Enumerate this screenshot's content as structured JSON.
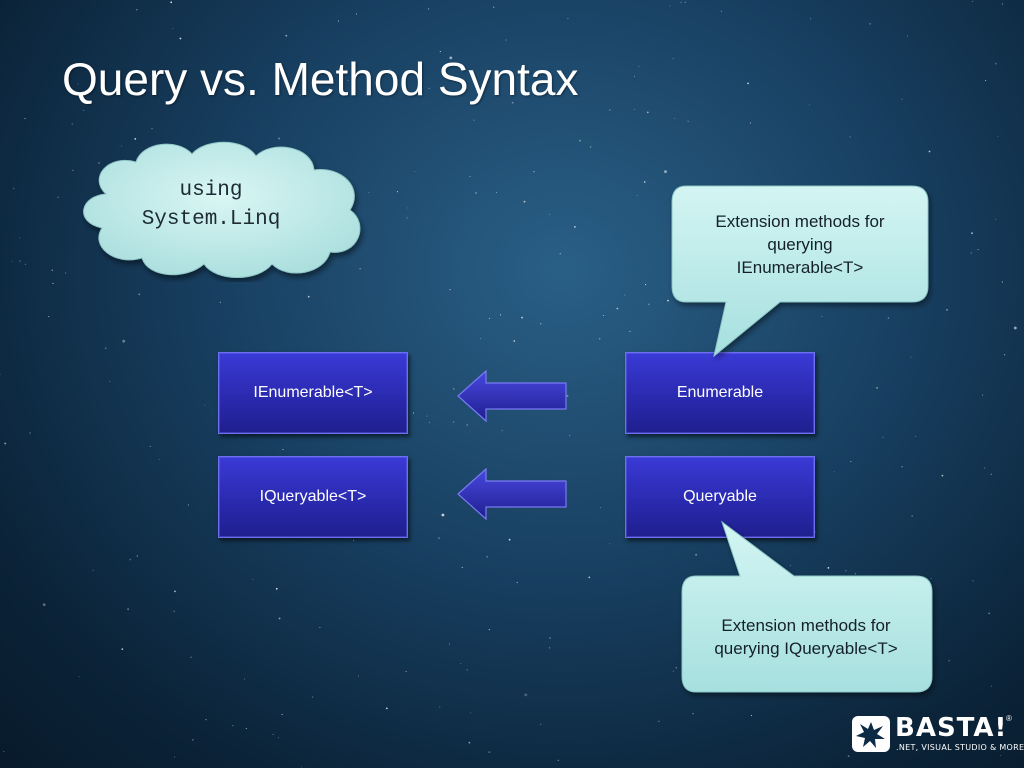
{
  "title": "Query vs. Method Syntax",
  "cloud": {
    "lines": [
      "using",
      "System.Linq"
    ]
  },
  "left_boxes": [
    {
      "label": "IEnumerable<T>"
    },
    {
      "label": "IQueryable<T>"
    }
  ],
  "right_boxes": [
    {
      "label": "Enumerable"
    },
    {
      "label": "Queryable"
    }
  ],
  "callouts": [
    {
      "lines": [
        "Extension methods for",
        "querying",
        "IEnumerable<T>"
      ]
    },
    {
      "lines": [
        "Extension methods for",
        "querying IQueryable<T>"
      ]
    }
  ],
  "logo": {
    "wordmark": "BASTA!",
    "tagline": ".NET, VISUAL STUDIO & MORE",
    "registered": "®"
  },
  "colors": {
    "box_fill": "#2a2ab0",
    "callout_fill": "#b9ecea",
    "cloud_fill": "#c8f0ee",
    "arrow_fill": "#2e2eb8"
  }
}
